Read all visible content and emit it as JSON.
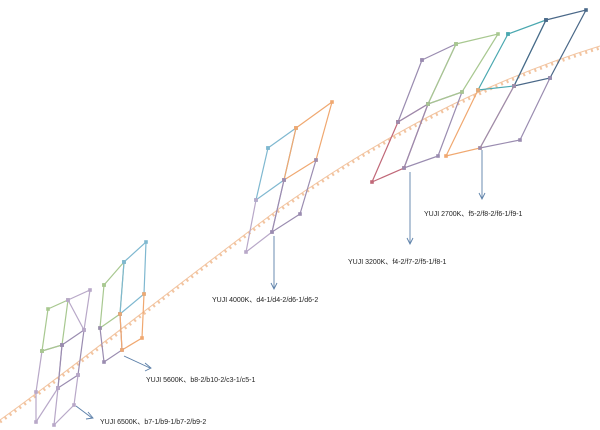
{
  "annotations": {
    "a6500": "YUJI 6500K、b7-1/b9-1/b7-2/b9-2",
    "a5600": "YUJI 5600K、b8-2/b10-2/c3-1/c5-1",
    "a4000": "YUJI 4000K、d4-1/d4-2/d6-1/d6-2",
    "a3200": "YUJI 3200K、f4-2/f7-2/f5-1/f8-1",
    "a2700": "YUJI 2700K、f5-2/f8-2/f6-1/f9-1"
  },
  "colors": {
    "locus": "#f2c4a0",
    "arrow": "#5b7fa8",
    "green": "#a8c890",
    "purple": "#9a8cb0",
    "lavender": "#b8a8c8",
    "blue": "#7fb8d0",
    "orange": "#f0a870",
    "teal": "#4aa8b0",
    "navy": "#4a6888",
    "crimson": "#c06878"
  }
}
